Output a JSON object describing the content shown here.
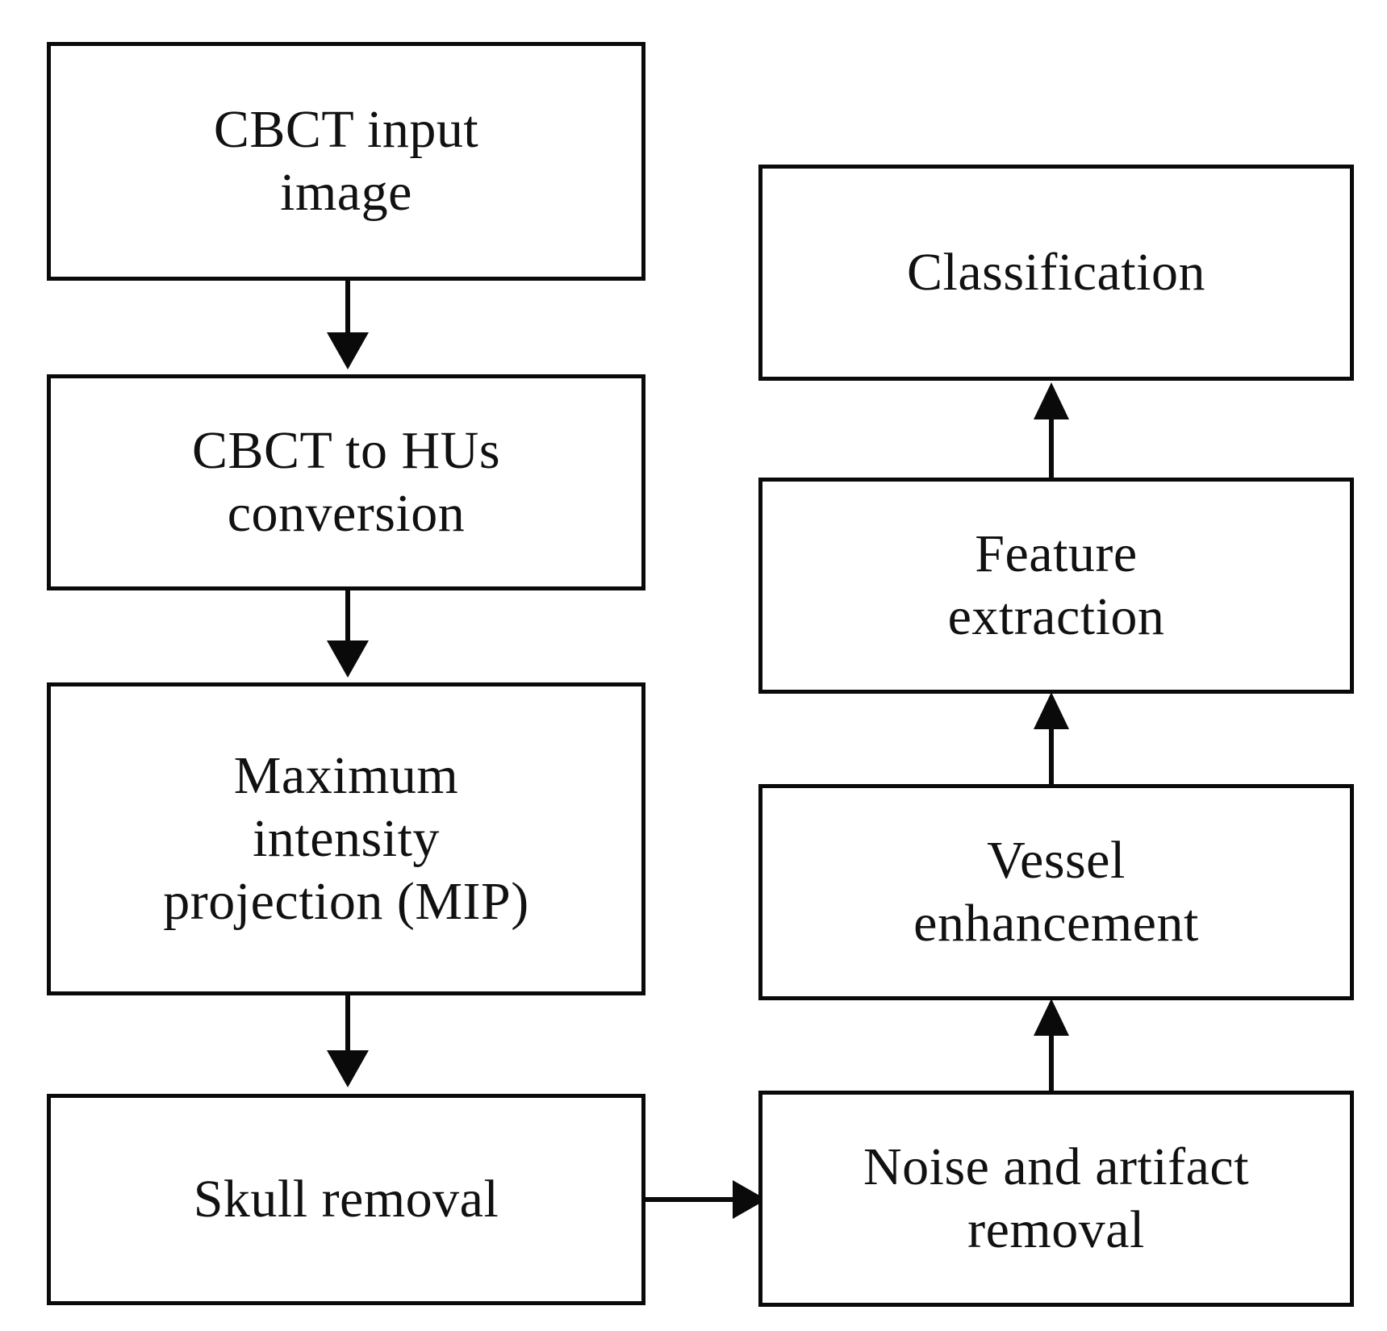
{
  "diagram": {
    "title": "CBCT vessel analysis processing pipeline flowchart",
    "background_color": "#ffffff",
    "stroke_color": "#0a0a0a",
    "nodes": [
      {
        "id": "cbct-input-image",
        "label": "CBCT input\nimage",
        "column": "left",
        "order": 1
      },
      {
        "id": "cbct-to-hus-conversion",
        "label": "CBCT to HUs\nconversion",
        "column": "left",
        "order": 2
      },
      {
        "id": "maximum-intensity-projection",
        "label": "Maximum\nintensity\nprojection (MIP)",
        "column": "left",
        "order": 3
      },
      {
        "id": "skull-removal",
        "label": "Skull removal",
        "column": "left",
        "order": 4
      },
      {
        "id": "noise-and-artifact-removal",
        "label": "Noise and artifact\nremoval",
        "column": "right",
        "order": 5
      },
      {
        "id": "vessel-enhancement",
        "label": "Vessel\nenhancement",
        "column": "right",
        "order": 6
      },
      {
        "id": "feature-extraction",
        "label": "Feature\nextraction",
        "column": "right",
        "order": 7
      },
      {
        "id": "classification",
        "label": "Classification",
        "column": "right",
        "order": 8
      }
    ],
    "edges": [
      {
        "id": "edge-input-to-conversion",
        "from": "cbct-input-image",
        "to": "cbct-to-hus-conversion",
        "direction": "down"
      },
      {
        "id": "edge-conversion-to-mip",
        "from": "cbct-to-hus-conversion",
        "to": "maximum-intensity-projection",
        "direction": "down"
      },
      {
        "id": "edge-mip-to-skull",
        "from": "maximum-intensity-projection",
        "to": "skull-removal",
        "direction": "down"
      },
      {
        "id": "edge-skull-to-noise",
        "from": "skull-removal",
        "to": "noise-and-artifact-removal",
        "direction": "right"
      },
      {
        "id": "edge-noise-to-vessel",
        "from": "noise-and-artifact-removal",
        "to": "vessel-enhancement",
        "direction": "up"
      },
      {
        "id": "edge-vessel-to-feature",
        "from": "vessel-enhancement",
        "to": "feature-extraction",
        "direction": "up"
      },
      {
        "id": "edge-feature-to-classification",
        "from": "feature-extraction",
        "to": "classification",
        "direction": "up"
      }
    ]
  }
}
